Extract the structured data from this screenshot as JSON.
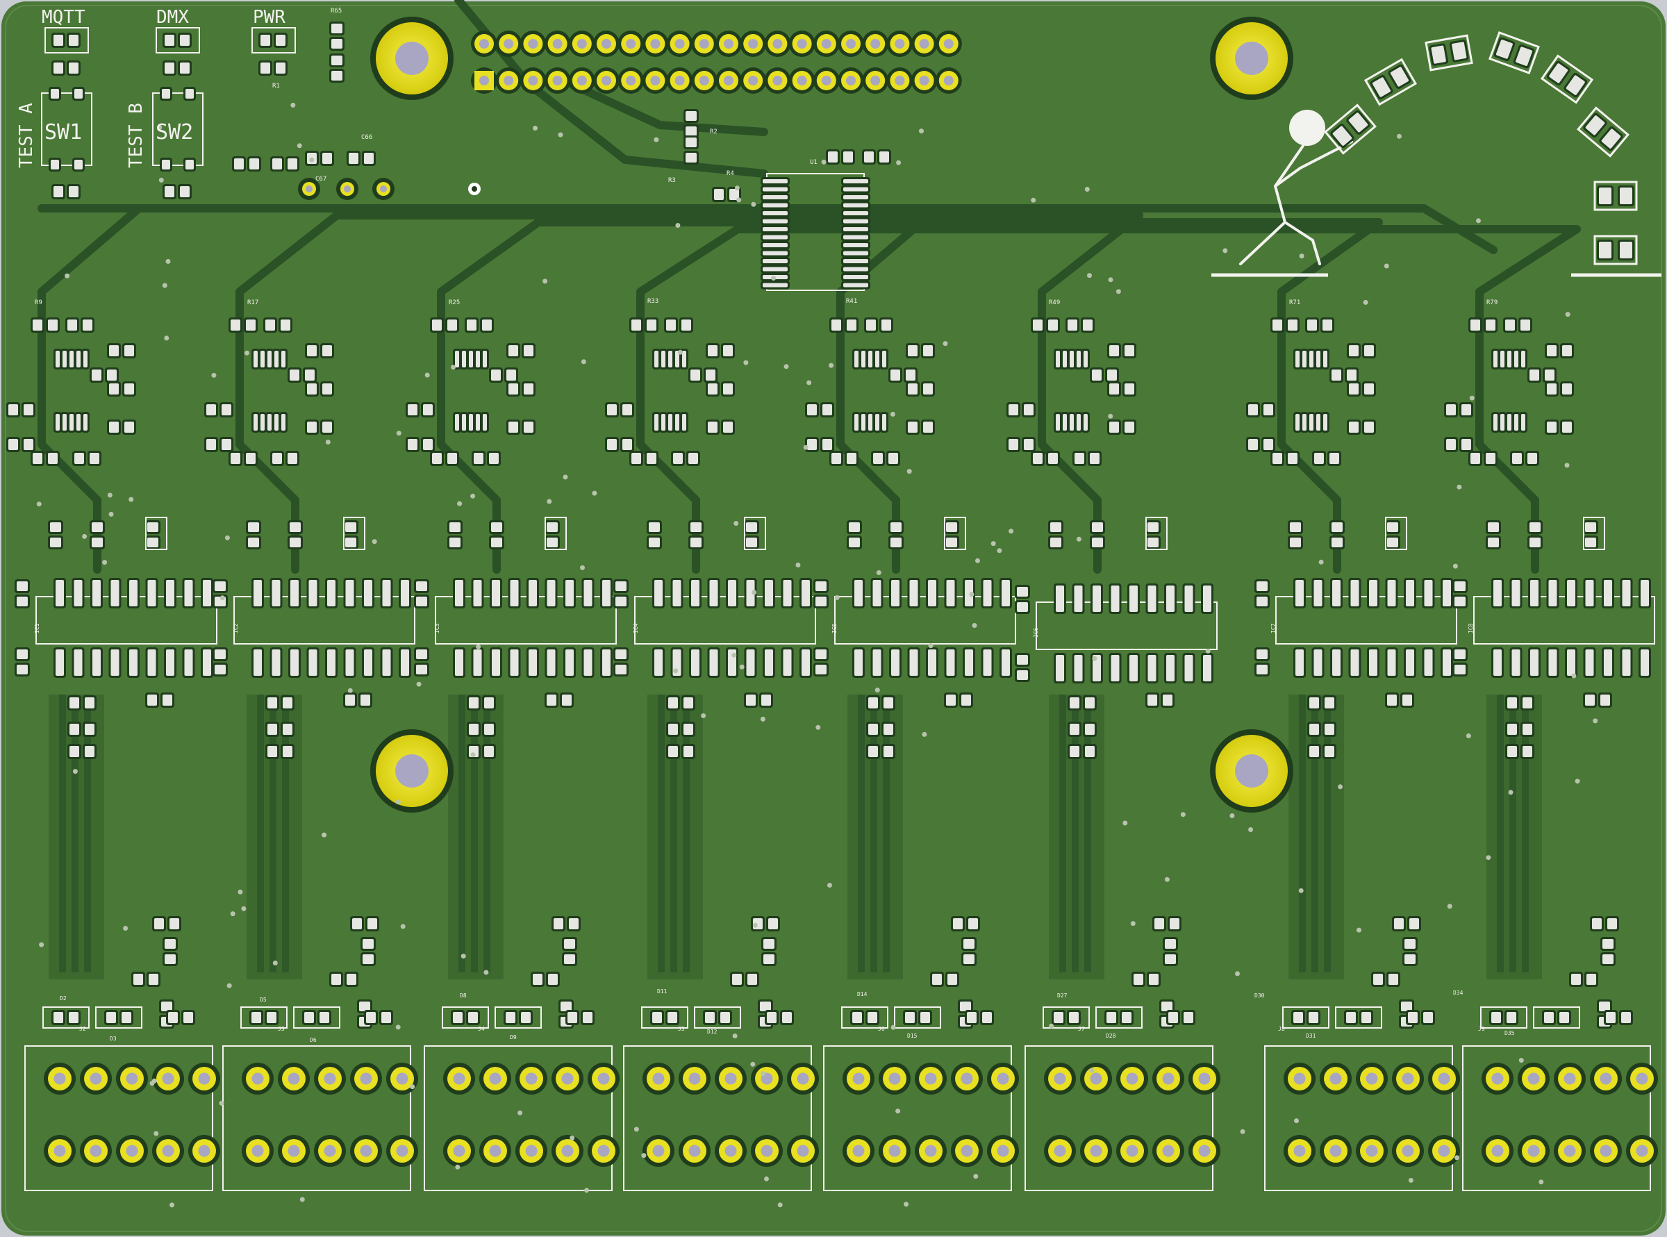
{
  "board": {
    "colors": {
      "substrate": "#4a7836",
      "copper_fill": "#3f6a2e",
      "trace": "#2a5226",
      "pad": "#e6e6e2",
      "pad_outline": "#1f3d1c",
      "gold": "#e8e020",
      "hole": "#a8a6c2",
      "silk": "#f2f2ee",
      "edge": "#c9ccd2"
    },
    "indicators": [
      "MQTT",
      "DMX",
      "PWR"
    ],
    "switches": [
      {
        "label": "SW1",
        "test_label": "TEST A"
      },
      {
        "label": "SW2",
        "test_label": "TEST B"
      }
    ],
    "top_refs": {
      "r_top": "R65",
      "c_top": "C66",
      "c_mid": "C67",
      "u1": "U1",
      "r2": "R2",
      "r3": "R3",
      "r4": "R4",
      "r1": "R1"
    },
    "channel_refs": [
      {
        "r_top": "R9",
        "ic": "IC1",
        "conn": "J2",
        "d1": "D2",
        "d2": "D3"
      },
      {
        "r_top": "R17",
        "ic": "IC2",
        "conn": "J3",
        "d1": "D5",
        "d2": "D6"
      },
      {
        "r_top": "R25",
        "ic": "IC3",
        "conn": "J4",
        "d1": "D8",
        "d2": "D9"
      },
      {
        "r_top": "R33",
        "ic": "IC4",
        "conn": "J5",
        "d1": "D11",
        "d2": "D12"
      },
      {
        "r_top": "R41",
        "ic": "IC5",
        "conn": "J6",
        "d1": "D14",
        "d2": "D15"
      },
      {
        "r_top": "R49",
        "ic": "IC6",
        "conn": "J7",
        "d1": "D27",
        "d2": "D28"
      },
      {
        "r_top": "R71",
        "ic": "IC7",
        "conn": "J8",
        "d1": "D30",
        "d2": "D31"
      },
      {
        "r_top": "R79",
        "ic": "IC8",
        "conn": "J9",
        "d1": "D34",
        "d2": "D35"
      }
    ]
  }
}
